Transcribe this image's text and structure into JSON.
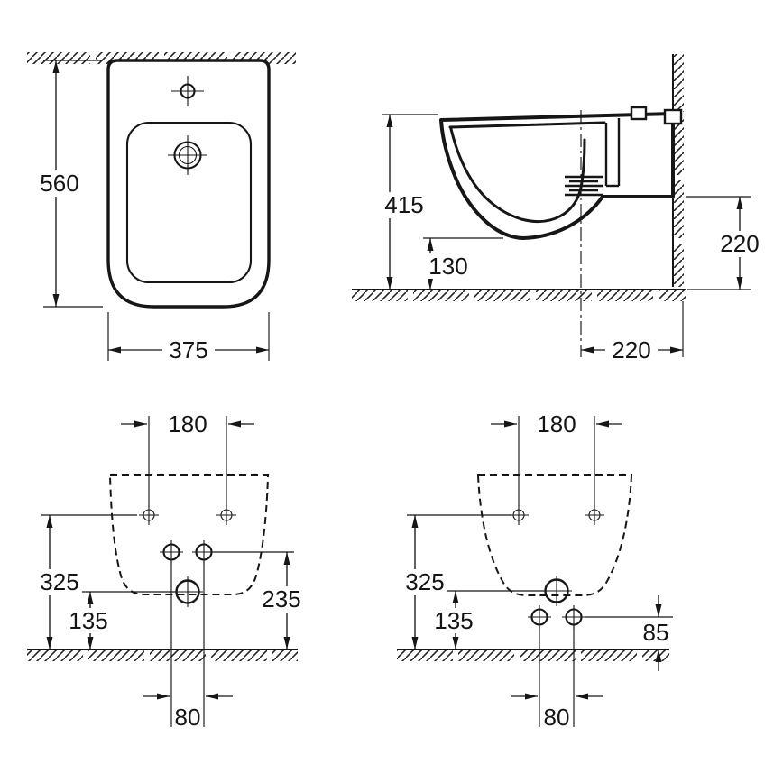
{
  "drawing": {
    "title": "bidet technical drawing",
    "plan": {
      "depth": "560",
      "width": "375"
    },
    "side": {
      "height_to_rim": "415",
      "underside_clearance": "130",
      "outlet_height": "220",
      "outlet_to_wall_distance": "220"
    },
    "rear_left": {
      "fixing_hole_spacing": "180",
      "fixing_hole_height": "325",
      "drain_height": "135",
      "inlet_height": "235",
      "inlet_spacing": "80"
    },
    "rear_right": {
      "fixing_hole_spacing": "180",
      "fixing_hole_height": "325",
      "drain_height": "135",
      "inlet_height": "85",
      "inlet_spacing": "80"
    }
  }
}
